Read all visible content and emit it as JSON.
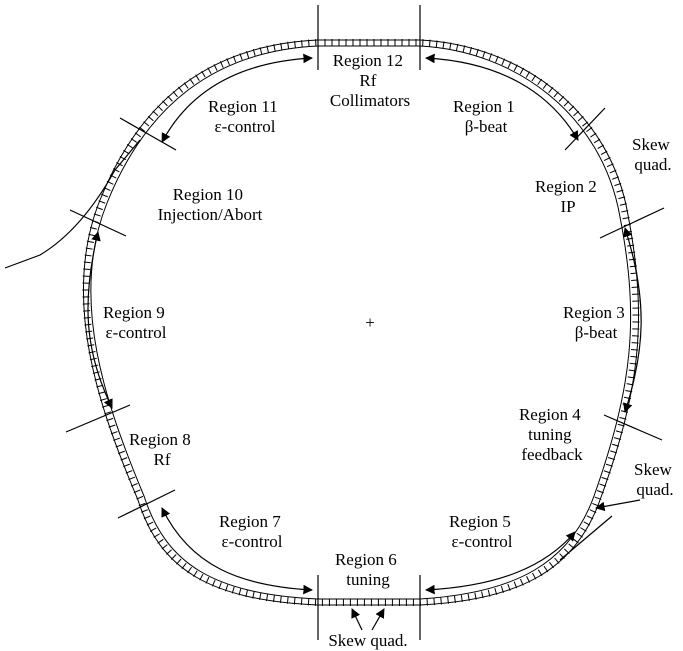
{
  "regions": [
    {
      "id": "12",
      "lines": [
        "Region 12",
        "Rf",
        "Collimators"
      ]
    },
    {
      "id": "1",
      "lines": [
        "Region 1",
        "β-beat"
      ]
    },
    {
      "id": "2",
      "lines": [
        "Region 2",
        "IP"
      ]
    },
    {
      "id": "3",
      "lines": [
        "Region 3",
        "β-beat"
      ]
    },
    {
      "id": "4",
      "lines": [
        "Region 4",
        "tuning",
        "feedback"
      ]
    },
    {
      "id": "5",
      "lines": [
        "Region 5",
        "ε-control"
      ]
    },
    {
      "id": "6",
      "lines": [
        "Region 6",
        "tuning"
      ]
    },
    {
      "id": "7",
      "lines": [
        "Region 7",
        "ε-control"
      ]
    },
    {
      "id": "8",
      "lines": [
        "Region 8",
        "Rf"
      ]
    },
    {
      "id": "9",
      "lines": [
        "Region 9",
        "ε-control"
      ]
    },
    {
      "id": "10",
      "lines": [
        "Region 10",
        "Injection/Abort"
      ]
    },
    {
      "id": "11",
      "lines": [
        "Region 11",
        "ε-control"
      ]
    }
  ],
  "skew_quads": [
    {
      "id": "top-right",
      "lines": [
        "Skew",
        "quad."
      ]
    },
    {
      "id": "right",
      "lines": [
        "Skew",
        "quad."
      ]
    },
    {
      "id": "bottom",
      "lines": [
        "Skew quad."
      ]
    }
  ],
  "center_marker": "+"
}
